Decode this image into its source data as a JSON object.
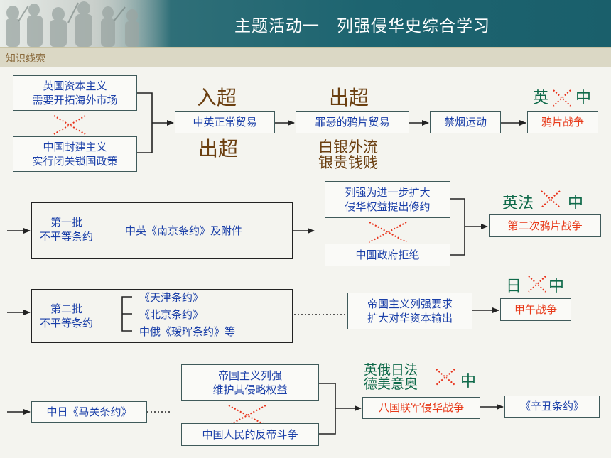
{
  "header": {
    "title": "主题活动一　列强侵华史综合学习"
  },
  "section": {
    "label": "知识线索"
  },
  "row1": {
    "left_top": "英国资本主义\n需要开拓海外市场",
    "left_bottom": "中国封建主义\n实行闭关锁国政策",
    "trade": "中英正常贸易",
    "opium": "罪恶的鸦片贸易",
    "ban": "禁烟运动",
    "war": "鸦片战争",
    "annot_surplus_in": "入超",
    "annot_surplus_out": "出超",
    "annot_out_top": "出超",
    "annot_silver": "白银外流\n银贵钱贱",
    "vs_left": "英",
    "vs_right": "中"
  },
  "row2": {
    "batch": "第一批\n不平等条约",
    "treaty": "中英《南京条约》及附件",
    "revise": "列强为进一步扩大\n侵华权益提出修约",
    "refuse": "中国政府拒绝",
    "war": "第二次鸦片战争",
    "vs_left": "英法",
    "vs_right": "中"
  },
  "row3": {
    "batch": "第二批\n不平等条约",
    "treaties": [
      "《天津条约》",
      "《北京条约》",
      "中俄《瑷珲条约》等"
    ],
    "capital": "帝国主义列强要求\n扩大对华资本输出",
    "war": "甲午战争",
    "vs_left": "日",
    "vs_right": "中"
  },
  "row4": {
    "treaty": "中日《马关条约》",
    "maintain": "帝国主义列强\n维护其侵略权益",
    "struggle": "中国人民的反帝斗争",
    "war": "八国联军侵华战争",
    "result": "《辛丑条约》",
    "vs_left": "英俄日法\n德美意奥",
    "vs_right": "中"
  },
  "colors": {
    "box_text": "#1a3fa8",
    "war_text": "#e83a1a",
    "vs_text": "#0f6a4a",
    "annot_text": "#6b3f10",
    "cross": "#e8321a"
  }
}
